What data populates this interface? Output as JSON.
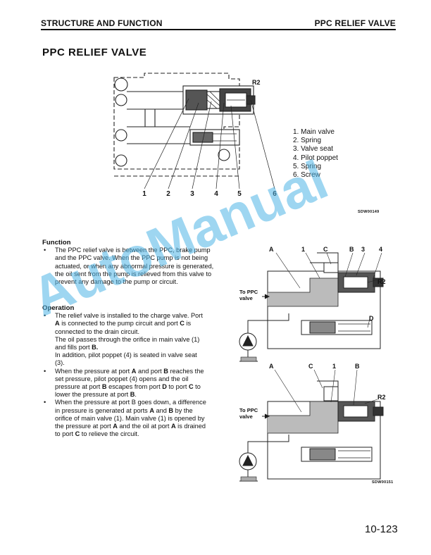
{
  "header": {
    "left": "STRUCTURE AND FUNCTION",
    "right": "PPC RELIEF VALVE"
  },
  "title": "PPC RELIEF VALVE",
  "figure1": {
    "callouts": [
      "1",
      "2",
      "3",
      "4",
      "5",
      "6"
    ],
    "label_r2": "R2",
    "code": "SDW00149"
  },
  "legend": [
    "1.  Main valve",
    "2.  Spring",
    "3.  Valve seat",
    "4.  Pilot poppet",
    "5.  Spring",
    "6.  Screw"
  ],
  "function": {
    "heading": "Function",
    "bullet": "The PPC relief valve is between the PPC, brake pump and the PPC valve. When the PPC pump is not being actuated, or when any abnormal pressure is generated, the oil sent from the pump is relieved from this valve to prevent any damage to the pump or circuit."
  },
  "operation": {
    "heading": "Operation",
    "b1_l1": "The relief valve is installed to the charge valve. Port",
    "b1_l2a": "",
    "b1_A": "A",
    "b1_l2b": " is connected to the pump circuit and port ",
    "b1_C": "C",
    "b1_l2c": " is",
    "b1_l3": "connected to the drain circuit.",
    "p2_l1": "The oil passes through the orifice in main valve (1)",
    "p2_l2a": "and fills port ",
    "p2_B": "B.",
    "p3_l1": "In addition, pilot poppet (4) is seated in valve seat",
    "p3_l2": "(3).",
    "b2_l1a": "When the pressure at port ",
    "b2_A": "A",
    "b2_l1b": " and port ",
    "b2_B": "B",
    "b2_l1c": " reaches the",
    "b2_l2": "set pressure, pilot poppet (4) opens and the oil",
    "b2_l3a": "pressure at port ",
    "b2_B2": "B",
    "b2_l3b": " escapes from port ",
    "b2_D": "D",
    "b2_l3c": " to port ",
    "b2_C": "C",
    "b2_l3d": " to",
    "b2_l4a": "lower the pressure at port ",
    "b2_B3": "B",
    "b2_l4b": ".",
    "b3_l1": "When the pressure at port B goes down, a difference",
    "b3_l2a": "in pressure is generated at ports ",
    "b3_A": "A",
    "b3_l2b": " and ",
    "b3_B": "B",
    "b3_l2c": " by the",
    "b3_l3": "orifice of main valve (1). Main valve (1) is opened by",
    "b3_l4a": "the pressure at port ",
    "b3_A2": "A",
    "b3_l4b": " and the oil at port ",
    "b3_A3": "A",
    "b3_l4c": " is drained",
    "b3_l5a": "to port ",
    "b3_C": "C",
    "b3_l5b": " to relieve the circuit."
  },
  "figure2": {
    "labels_top": [
      "A",
      "1",
      "C",
      "B",
      "3",
      "4"
    ],
    "label_r2": "R2",
    "label_d": "D",
    "to_ppc": "To PPC",
    "valve": "valve",
    "labels_bottom": [
      "A",
      "C",
      "1",
      "B"
    ],
    "label_r2_bottom": "R2",
    "to_ppc_bottom": "To PPC",
    "valve_bottom": "valve",
    "code": "SDW00151"
  },
  "page_number": "10-123",
  "watermark": "AutoManual"
}
